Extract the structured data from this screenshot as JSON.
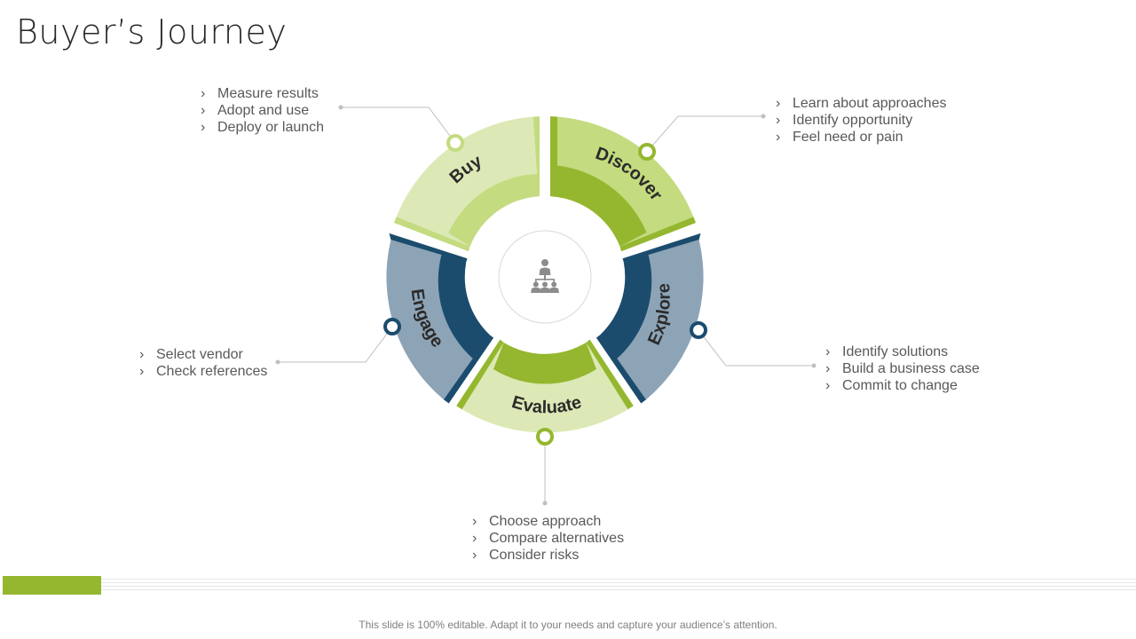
{
  "title": "Buyer’s Journey",
  "stages": {
    "buy": {
      "label": "Buy",
      "items": [
        "Measure results",
        "Adopt and use",
        "Deploy or launch"
      ]
    },
    "discover": {
      "label": "Discover",
      "items": [
        "Learn about approaches",
        "Identify  opportunity",
        "Feel need or pain"
      ]
    },
    "explore": {
      "label": "Explore",
      "items": [
        "Identify  solutions",
        "Build a business case",
        "Commit to change"
      ]
    },
    "evaluate": {
      "label": "Evaluate",
      "items": [
        "Choose approach",
        "Compare alternatives",
        "Consider risks"
      ]
    },
    "engage": {
      "label": "Engage",
      "items": [
        "Select vendor",
        "Check references"
      ]
    }
  },
  "bullet_glyph": "›",
  "center_icon": "people-hierarchy-icon",
  "colors": {
    "green_light": "#dce9b6",
    "green_mid": "#c4db7f",
    "green_dark": "#95b72f",
    "blue_light": "#8da4b7",
    "blue_dark": "#1b4c6d"
  },
  "footer": "This slide is 100% editable. Adapt it to your needs and capture your audience’s attention."
}
